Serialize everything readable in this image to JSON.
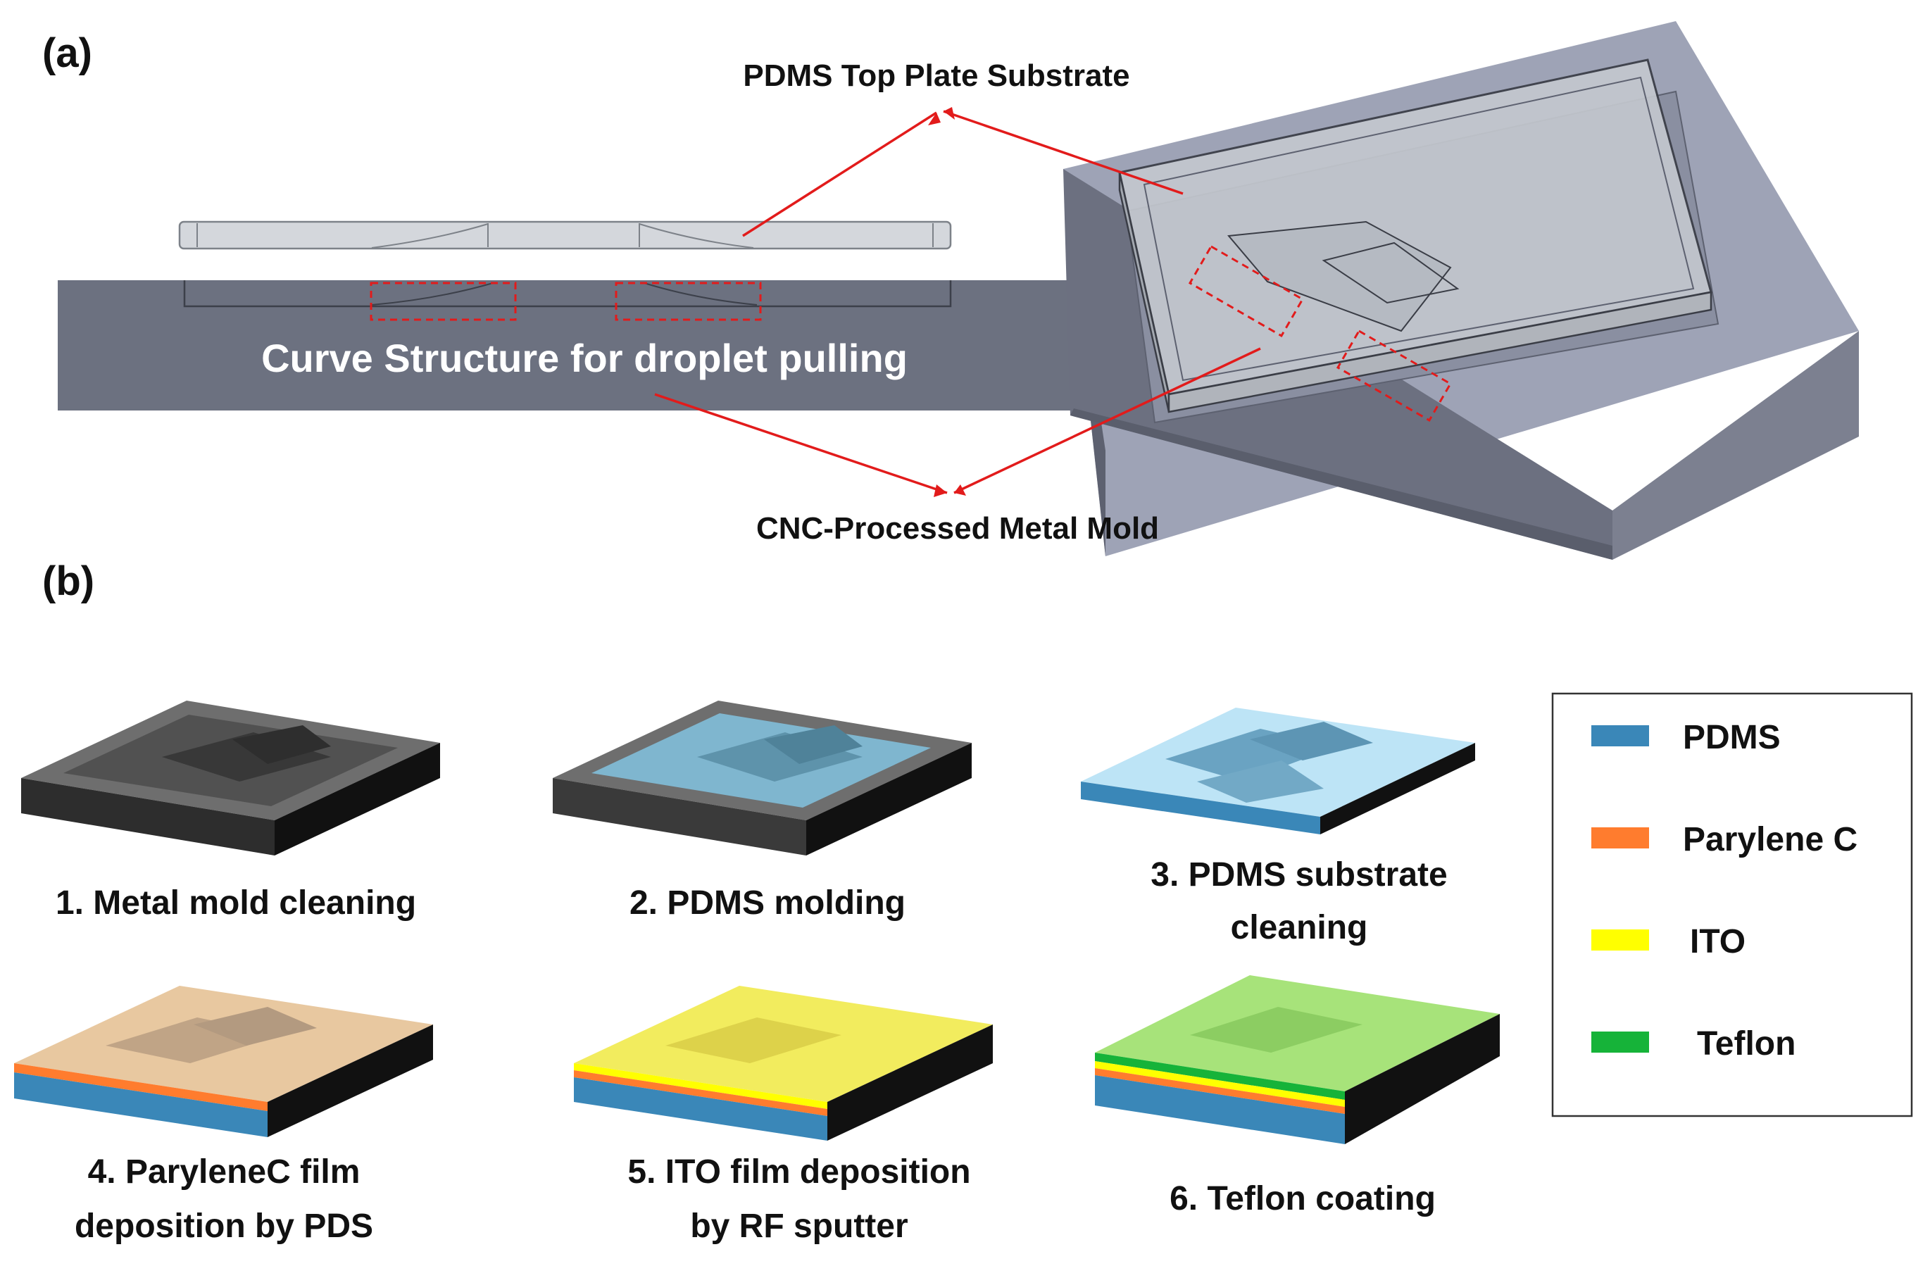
{
  "panel_a": {
    "label": "(a)",
    "pdms_label": "PDMS Top Plate Substrate",
    "mold_caption": "Curve Structure for droplet pulling",
    "cnc_label": "CNC-Processed Metal Mold"
  },
  "panel_b": {
    "label": "(b)",
    "steps": [
      "1. Metal mold cleaning",
      "2. PDMS molding",
      "3. PDMS substrate",
      "cleaning",
      "4. ParyleneC film",
      "deposition by PDS",
      "5. ITO film deposition",
      "by RF sputter",
      "6. Teflon coating"
    ]
  },
  "legend": [
    {
      "label": "PDMS",
      "color": "#3a87b8"
    },
    {
      "label": "Parylene C",
      "color": "#ff7c2e"
    },
    {
      "label": "ITO",
      "color": "#ffff00"
    },
    {
      "label": "Teflon",
      "color": "#16b339"
    }
  ]
}
